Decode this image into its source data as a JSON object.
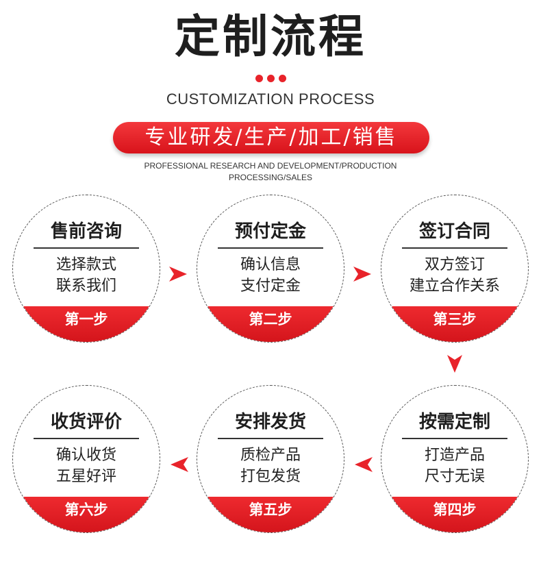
{
  "header": {
    "title": "定制流程",
    "subtitle": "CUSTOMIZATION PROCESS"
  },
  "banner": {
    "text": "专业研发/生产/加工/销售",
    "en_line1": "PROFESSIONAL RESEARCH AND DEVELOPMENT/PRODUCTION",
    "en_line2": "PROCESSING/SALES"
  },
  "steps": [
    {
      "title": "售前咨询",
      "line1": "选择款式",
      "line2": "联系我们",
      "label": "第一步"
    },
    {
      "title": "预付定金",
      "line1": "确认信息",
      "line2": "支付定金",
      "label": "第二步"
    },
    {
      "title": "签订合同",
      "line1": "双方签订",
      "line2": "建立合作关系",
      "label": "第三步"
    },
    {
      "title": "按需定制",
      "line1": "打造产品",
      "line2": "尺寸无误",
      "label": "第四步"
    },
    {
      "title": "安排发货",
      "line1": "质检产品",
      "line2": "打包发货",
      "label": "第五步"
    },
    {
      "title": "收货评价",
      "line1": "确认收货",
      "line2": "五星好评",
      "label": "第六步"
    }
  ],
  "colors": {
    "accent": "#e8232a",
    "text": "#1e1e1e"
  },
  "icons": {
    "arrow": "red-arrow-icon"
  }
}
